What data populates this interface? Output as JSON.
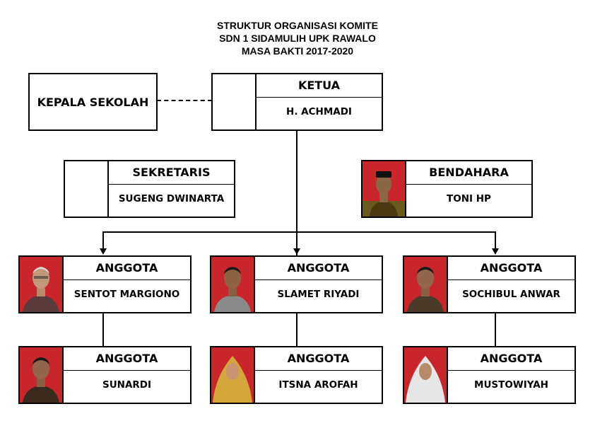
{
  "title": {
    "line1": "STRUKTUR ORGANISASI KOMITE",
    "line2": "SDN 1 SIDAMULIH UPK RAWALO",
    "line3": "MASA BAKTI 2017-2020"
  },
  "kepala": {
    "label": "KEPALA SEKOLAH"
  },
  "ketua": {
    "role": "KETUA",
    "name": "H. ACHMADI"
  },
  "sekretaris": {
    "role": "SEKRETARIS",
    "name": "SUGENG DWINARTA"
  },
  "bendahara": {
    "role": "BENDAHARA",
    "name": "TONI HP"
  },
  "anggota": [
    {
      "role": "ANGGOTA",
      "name": "SENTOT MARGIONO"
    },
    {
      "role": "ANGGOTA",
      "name": "SLAMET RIYADI"
    },
    {
      "role": "ANGGOTA",
      "name": "SOCHIBUL ANWAR"
    },
    {
      "role": "ANGGOTA",
      "name": "SUNARDI"
    },
    {
      "role": "ANGGOTA",
      "name": "ITSNA AROFAH"
    },
    {
      "role": "ANGGOTA",
      "name": "MUSTOWIYAH"
    }
  ],
  "colors": {
    "photo_background": "#c8262a",
    "line": "#000000"
  }
}
